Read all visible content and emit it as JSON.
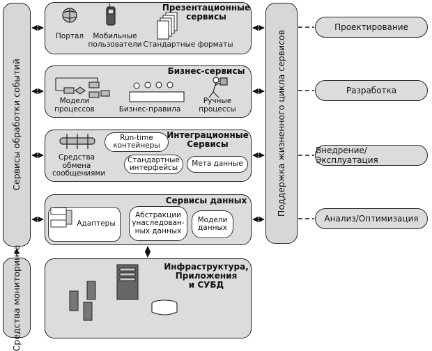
{
  "left_bar": {
    "label": "Сервисы обработки событий"
  },
  "monitoring": {
    "label": "Средства\nмониторинга"
  },
  "lifecycle_bar": {
    "label": "Поддержка жизненного цикла сервисов"
  },
  "layers": {
    "presentation": {
      "title": "Презентационные\nсервисы",
      "items": [
        "Портал",
        "Мобильные\nпользователи",
        "Стандартные форматы"
      ]
    },
    "business": {
      "title": "Бизнес-сервисы",
      "items": [
        "Модели\nпроцессов",
        "Бизнес-правила",
        "Ручные\nпроцессы"
      ]
    },
    "integration": {
      "title": "Интеграционные\nСервисы",
      "items": [
        "Средства\nобмена\nсообщениями",
        "Run-time\nконтейнеры",
        "Стандартные\nинтерфейсы",
        "Мета данные"
      ]
    },
    "data": {
      "title": "Сервисы данных",
      "items": [
        "Адаптеры",
        "Абстракции\nунаследован-\nных данных",
        "Модели\nданных"
      ]
    },
    "infra": {
      "title": "Инфраструктура,\nПриложения\nи СУБД"
    }
  },
  "phases": [
    "Проектирование",
    "Разработка",
    "Внедрение/Эксплуатация",
    "Анализ/Оптимизация"
  ]
}
